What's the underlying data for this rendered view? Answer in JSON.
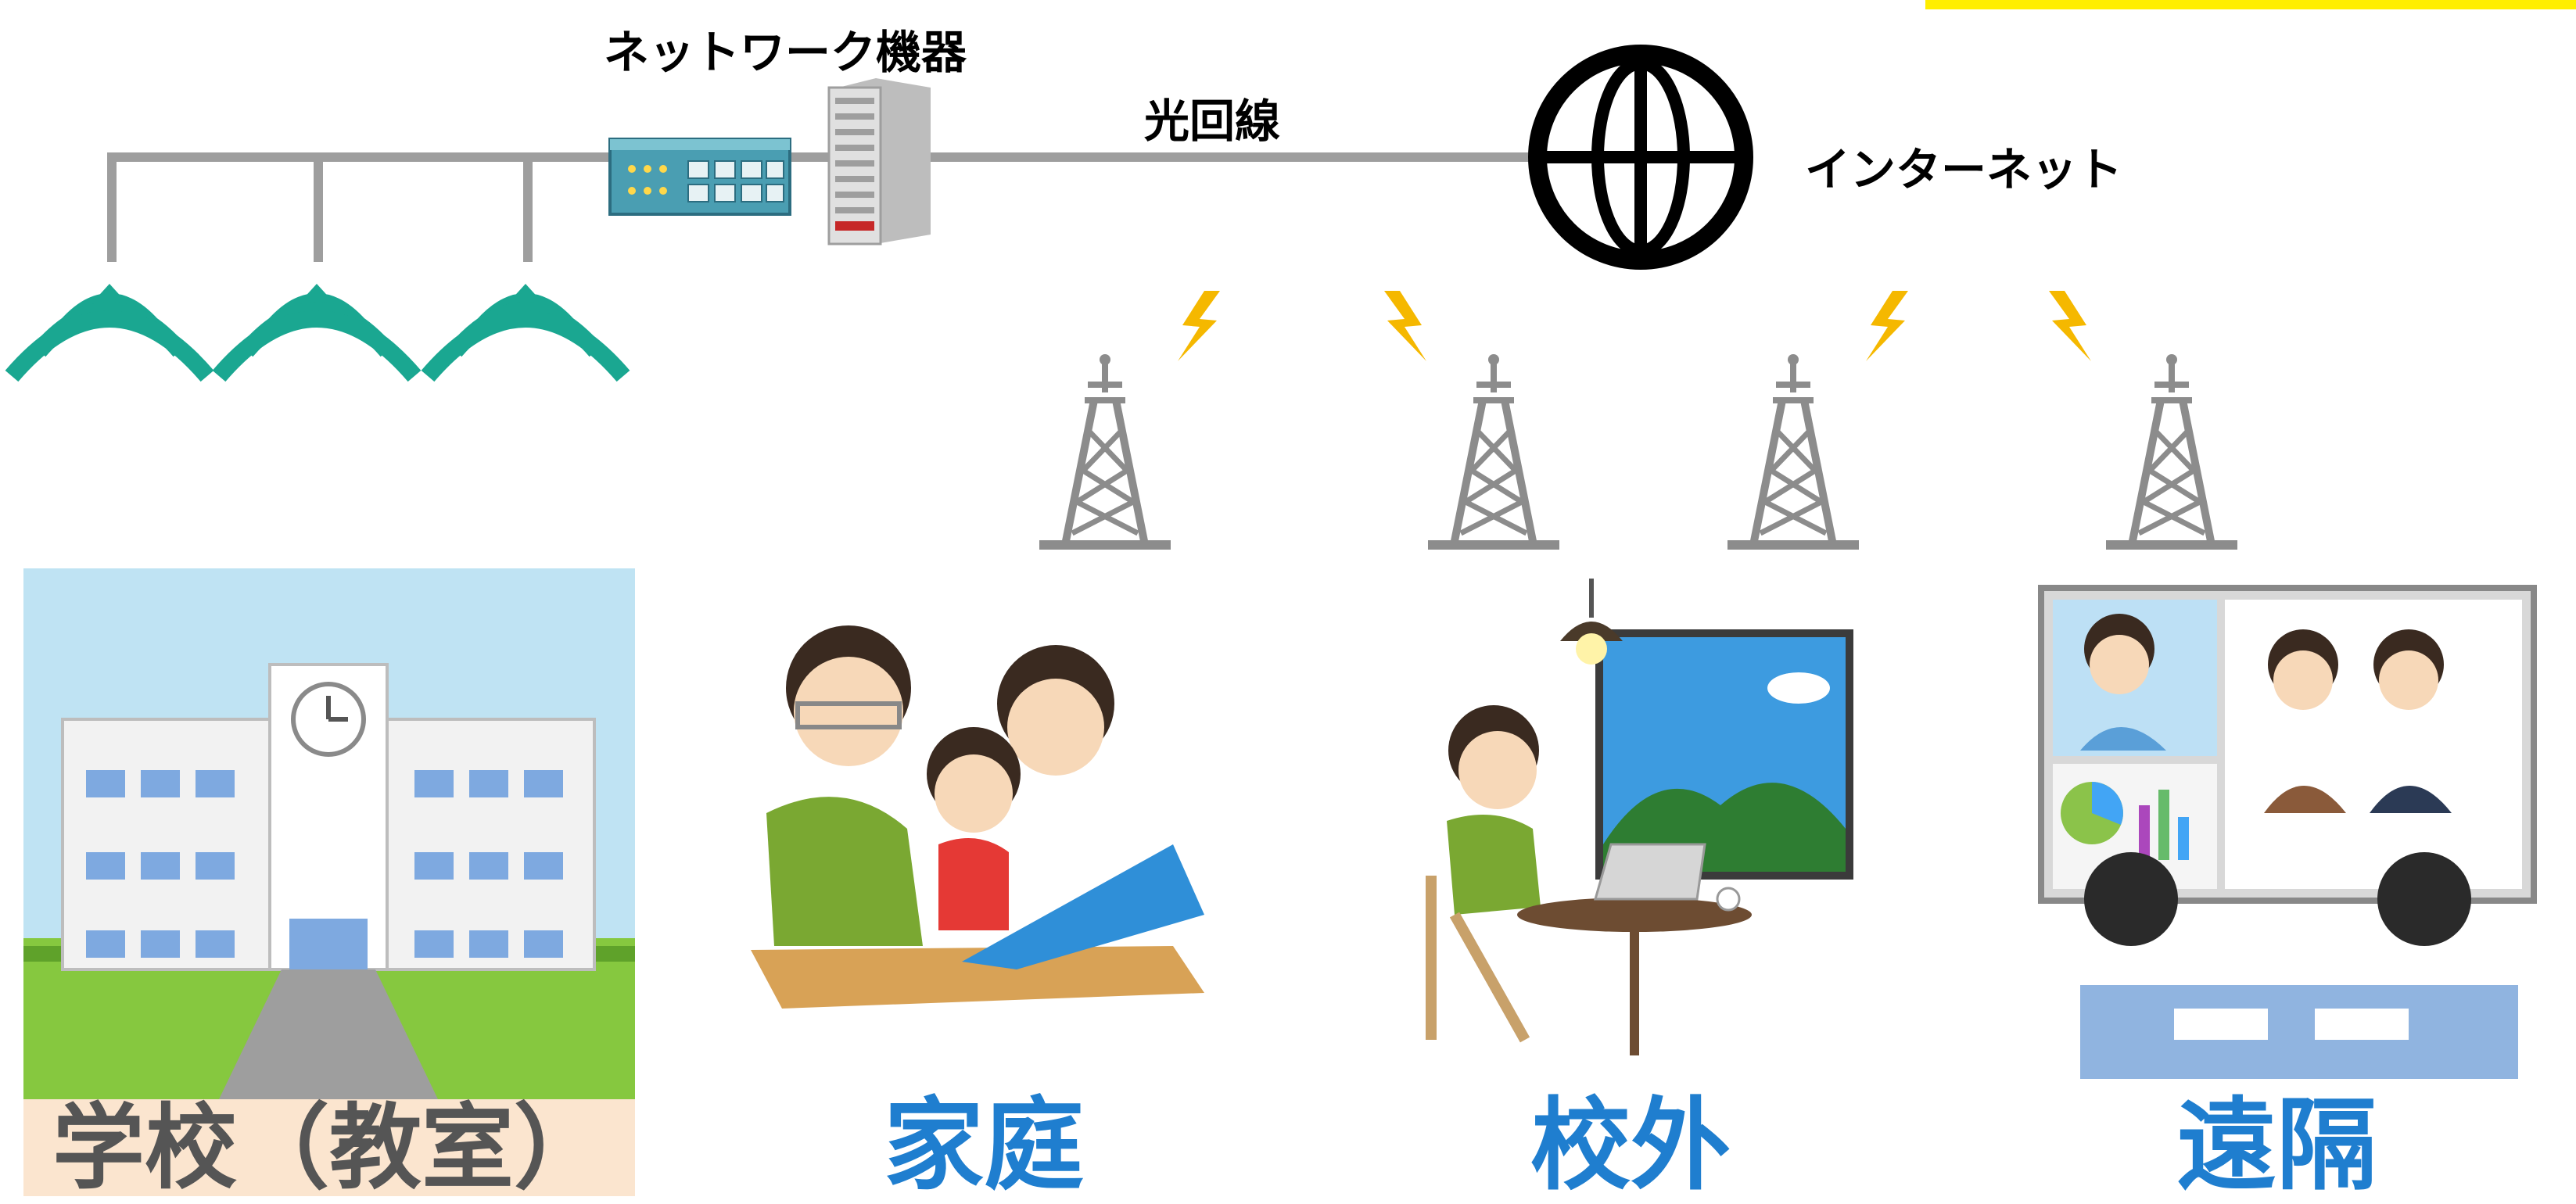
{
  "labels": {
    "network_equipment": "ネットワーク機器",
    "fiber_line": "光回線",
    "internet": "インターネット"
  },
  "places": {
    "school": "学校（教室）",
    "home": "家庭",
    "outside": "校外",
    "remote": "遠隔"
  },
  "colors": {
    "line": "#9e9e9e",
    "wifi": "#1aa791",
    "place_text": "#1f7ecf",
    "school_label_bg": "#fbe5cf",
    "highlight": "#ffee00",
    "lightning": "#f5b800"
  },
  "icons": [
    "wifi-icon",
    "network-switch-icon",
    "server-rack-icon",
    "globe-icon",
    "lightning-icon",
    "radio-tower-icon"
  ]
}
